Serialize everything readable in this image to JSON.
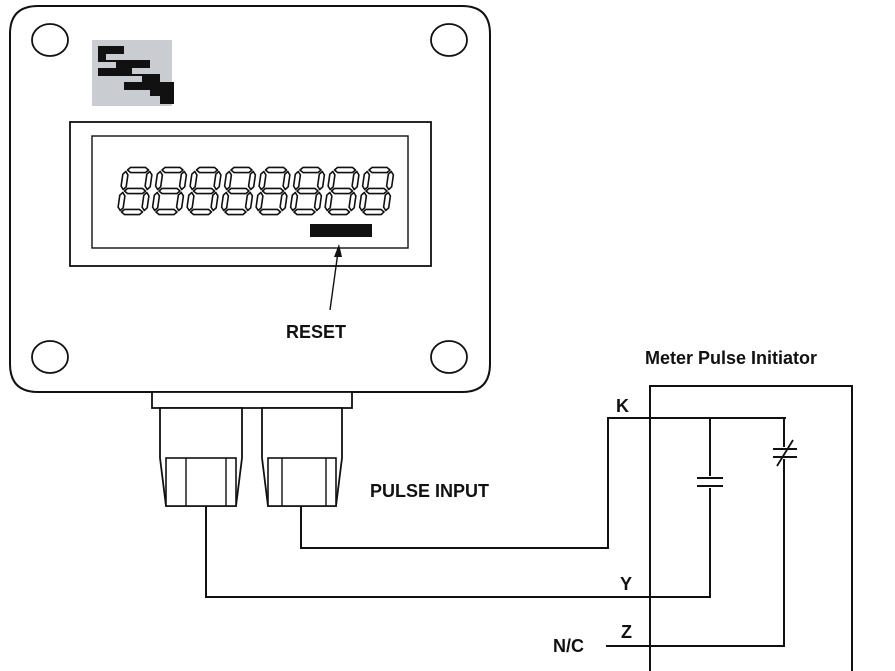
{
  "labels": {
    "reset": "RESET",
    "pulse_input": "PULSE INPUT",
    "meter_title": "Meter Pulse Initiator",
    "terminal_k": "K",
    "terminal_y": "Y",
    "terminal_z": "Z",
    "nc": "N/C"
  },
  "display": {
    "digit_count": 8
  },
  "logo": {
    "name": "SSI logo"
  }
}
